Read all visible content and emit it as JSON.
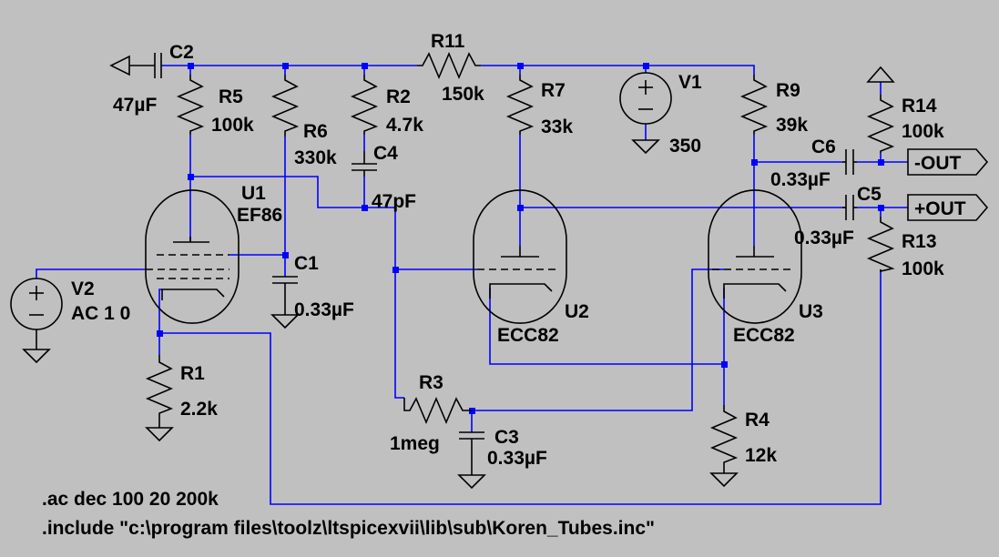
{
  "components": {
    "C2": {
      "ref": "C2",
      "value": "47µF"
    },
    "R5": {
      "ref": "R5",
      "value": "100k"
    },
    "R6": {
      "ref": "R6",
      "value": "330k"
    },
    "R2": {
      "ref": "R2",
      "value": "4.7k"
    },
    "C4": {
      "ref": "C4",
      "value": "47pF"
    },
    "R11": {
      "ref": "R11",
      "value": "150k"
    },
    "R7": {
      "ref": "R7",
      "value": "33k"
    },
    "V1": {
      "ref": "V1",
      "value": "350"
    },
    "R9": {
      "ref": "R9",
      "value": "39k"
    },
    "R14": {
      "ref": "R14",
      "value": "100k"
    },
    "C6": {
      "ref": "C6",
      "value": "0.33µF"
    },
    "C5": {
      "ref": "C5",
      "value": "0.33µF"
    },
    "R13": {
      "ref": "R13",
      "value": "100k"
    },
    "U1": {
      "ref": "U1",
      "value": "EF86"
    },
    "C1": {
      "ref": "C1",
      "value": "0.33µF"
    },
    "V2": {
      "ref": "V2",
      "value": "AC 1 0"
    },
    "R1": {
      "ref": "R1",
      "value": "2.2k"
    },
    "U2": {
      "ref": "U2",
      "value": "ECC82"
    },
    "U3": {
      "ref": "U3",
      "value": "ECC82"
    },
    "R3": {
      "ref": "R3",
      "value": "1meg"
    },
    "C3": {
      "ref": "C3",
      "value": "0.33µF"
    },
    "R4": {
      "ref": "R4",
      "value": "12k"
    }
  },
  "ports": {
    "out_minus": "-OUT",
    "out_plus": "+OUT"
  },
  "directives": [
    ".ac dec 100 20 200k",
    ".include \"c:\\program files\\toolz\\ltspicexvii\\lib\\sub\\Koren_Tubes.inc\""
  ],
  "colors": {
    "background": "#c0c0c0",
    "wire": "#0000ff",
    "component": "#000000"
  }
}
